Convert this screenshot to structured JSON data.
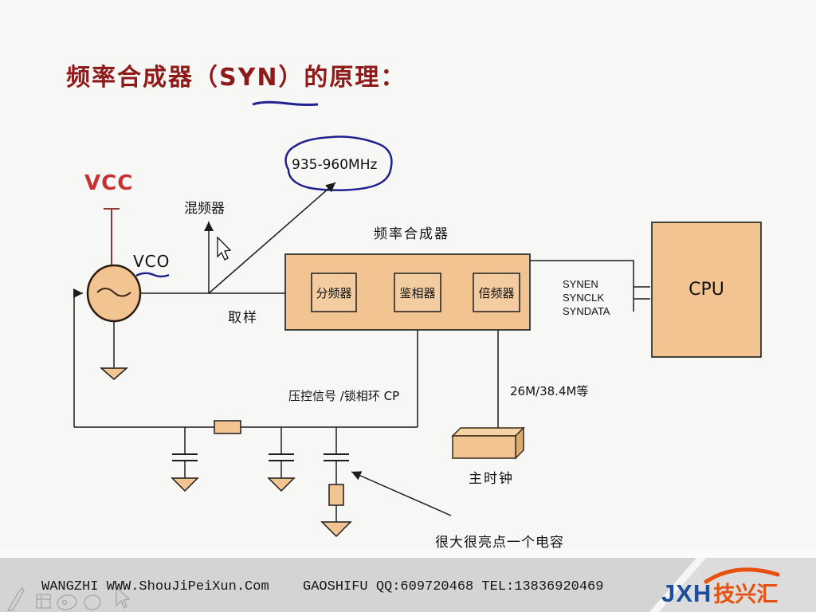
{
  "colors": {
    "slide_bg": "#f7f7f5",
    "title_red": "#8e1a1a",
    "vcc_red": "#c63131",
    "vcc_line_red": "#953735",
    "ink_blue": "#20208f",
    "wire": "#1c1c1c",
    "box_fill": "#f1c491",
    "box_stroke": "#1c1c1c",
    "footer_bg": "#d4d4d4",
    "footer_bg_right": "#dcdcdc",
    "logo_blue": "#1d4f9e",
    "logo_orange": "#e8500f"
  },
  "title": {
    "text": "频率合成器（SYN）的原理："
  },
  "diagram": {
    "freq_range": "935-960MHz",
    "vcc_label": "VCC",
    "vco_label": "VCO",
    "mixer_label": "混频器",
    "sampling_label": "取样",
    "synth_label": "频率合成器",
    "divider_label": "分频器",
    "phase_label": "鉴相器",
    "multiplier_label": "倍频器",
    "vctrl_label": "压控信号 /锁相环 CP",
    "clock_freq_label": "26M/38.4M等",
    "main_clock_label": "主时钟",
    "cap_note_label": "很大很亮点一个电容",
    "cpu_label": "CPU",
    "signals": [
      "SYNEN",
      "SYNCLK",
      "SYNDATA"
    ]
  },
  "footer": {
    "site": "WANGZHI WWW.ShouJiPeiXun.Com",
    "contact": "GAOSHIFU QQ:609720468 TEL:13836920469",
    "logo_latin": "JXH",
    "logo_cn": "技兴汇"
  }
}
